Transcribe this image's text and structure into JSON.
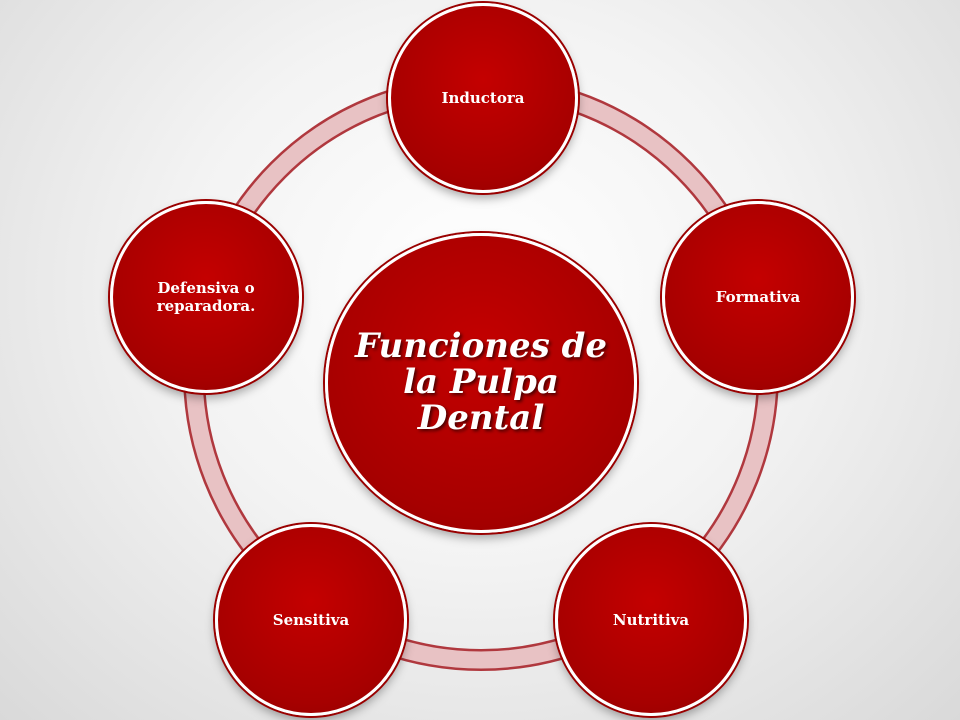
{
  "diagram": {
    "center": {
      "label": "Funciones de la Pulpa Dental"
    },
    "nodes": [
      {
        "label": "Inductora"
      },
      {
        "label": "Formativa"
      },
      {
        "label": "Nutritiva"
      },
      {
        "label": "Sensitiva"
      },
      {
        "label": "Defensiva o reparadora."
      }
    ]
  },
  "colors": {
    "node_fill": "#a60000",
    "ring": "#e8c2c4",
    "ring_outline": "#b0383e",
    "text": "#ffffff"
  }
}
